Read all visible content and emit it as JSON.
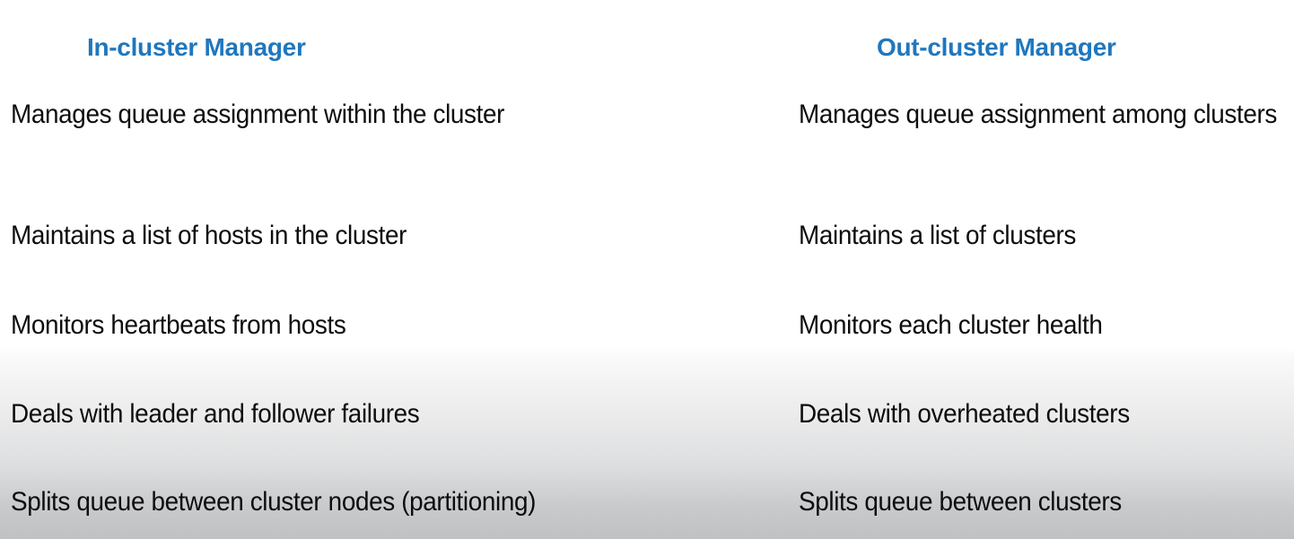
{
  "slide": {
    "title_color": "#1f77be",
    "body_color": "#0d0d0d",
    "background_top_color": "#ffffff",
    "background_bottom_color": "#c0c1c3"
  },
  "columns": [
    {
      "header": "In-cluster Manager",
      "rows": [
        "Manages queue assignment within the cluster",
        "Maintains a list of hosts in the cluster",
        "Monitors heartbeats from hosts",
        "Deals with leader and follower failures",
        "Splits queue between cluster nodes (partitioning)"
      ]
    },
    {
      "header": "Out-cluster Manager",
      "rows": [
        "Manages queue assignment among clusters",
        "Maintains a list of clusters",
        "Monitors each cluster health",
        "Deals with overheated clusters",
        "Splits queue between clusters"
      ]
    }
  ]
}
